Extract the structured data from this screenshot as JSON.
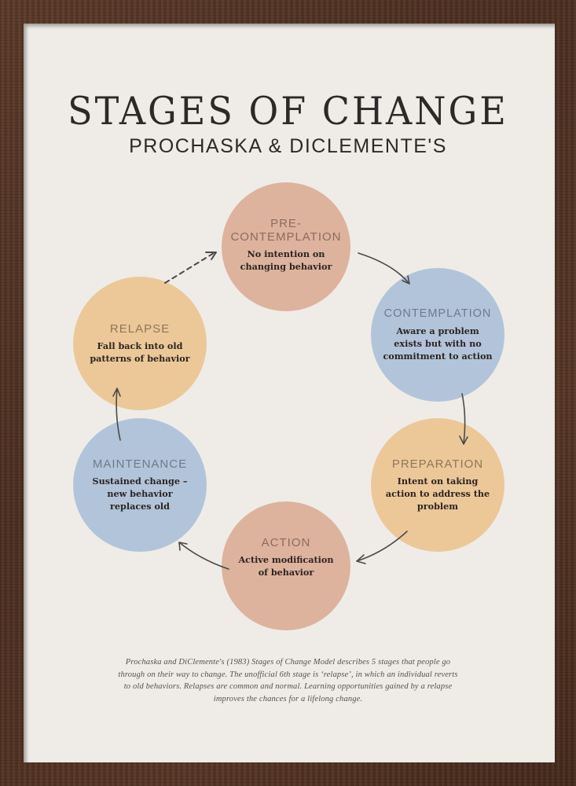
{
  "poster": {
    "title": "STAGES OF CHANGE",
    "subtitle": "PROCHASKA & DICLEMENTE'S",
    "colors": {
      "frame": "#4e3020",
      "paper": "#efece7",
      "peach": "#ddb39e",
      "blue": "#b2c4da",
      "sand": "#ecc899",
      "text_dark": "#2b2420",
      "arrow": "#4a4a4a"
    }
  },
  "stages": [
    {
      "name_line1": "PRE-",
      "name_line2": "CONTEMPLATION",
      "desc": [
        "No intention on",
        "changing behavior"
      ],
      "color": "#ddb39e",
      "label_color": "#8e6a5c"
    },
    {
      "name_line1": "CONTEMPLATION",
      "desc": [
        "Aware a problem",
        "exists but with no",
        "commitment to action"
      ],
      "color": "#b2c4da",
      "label_color": "#6c7b8c"
    },
    {
      "name_line1": "PREPARATION",
      "desc": [
        "Intent on taking",
        "action to address the",
        "problem"
      ],
      "color": "#ecc899",
      "label_color": "#8f7556"
    },
    {
      "name_line1": "ACTION",
      "desc": [
        "Active modification",
        "of behavior"
      ],
      "color": "#ddb39e",
      "label_color": "#8e6a5c"
    },
    {
      "name_line1": "MAINTENANCE",
      "desc": [
        "Sustained change –",
        "new behavior",
        "replaces old"
      ],
      "color": "#b2c4da",
      "label_color": "#6c7b8c"
    },
    {
      "name_line1": "RELAPSE",
      "desc": [
        "Fall back into old",
        "patterns of behavior"
      ],
      "color": "#ecc899",
      "label_color": "#8f7556"
    }
  ],
  "arrows": [
    {
      "from": "pre-contemplation",
      "to": "contemplation",
      "style": "solid"
    },
    {
      "from": "contemplation",
      "to": "preparation",
      "style": "solid"
    },
    {
      "from": "preparation",
      "to": "action",
      "style": "solid"
    },
    {
      "from": "action",
      "to": "maintenance",
      "style": "solid"
    },
    {
      "from": "maintenance",
      "to": "relapse",
      "style": "solid"
    },
    {
      "from": "relapse",
      "to": "pre-contemplation",
      "style": "dashed"
    }
  ],
  "caption": [
    "Prochaska and DiClemente's (1983) Stages of Change Model describes 5 stages that people go",
    "through on their way to change. The unofficial 6th stage is ‘relapse’, in which an individual reverts",
    "to old behaviors. Relapses are common and normal. Learning opportunities gained by a relapse",
    "improves the chances for a lifelong change."
  ]
}
